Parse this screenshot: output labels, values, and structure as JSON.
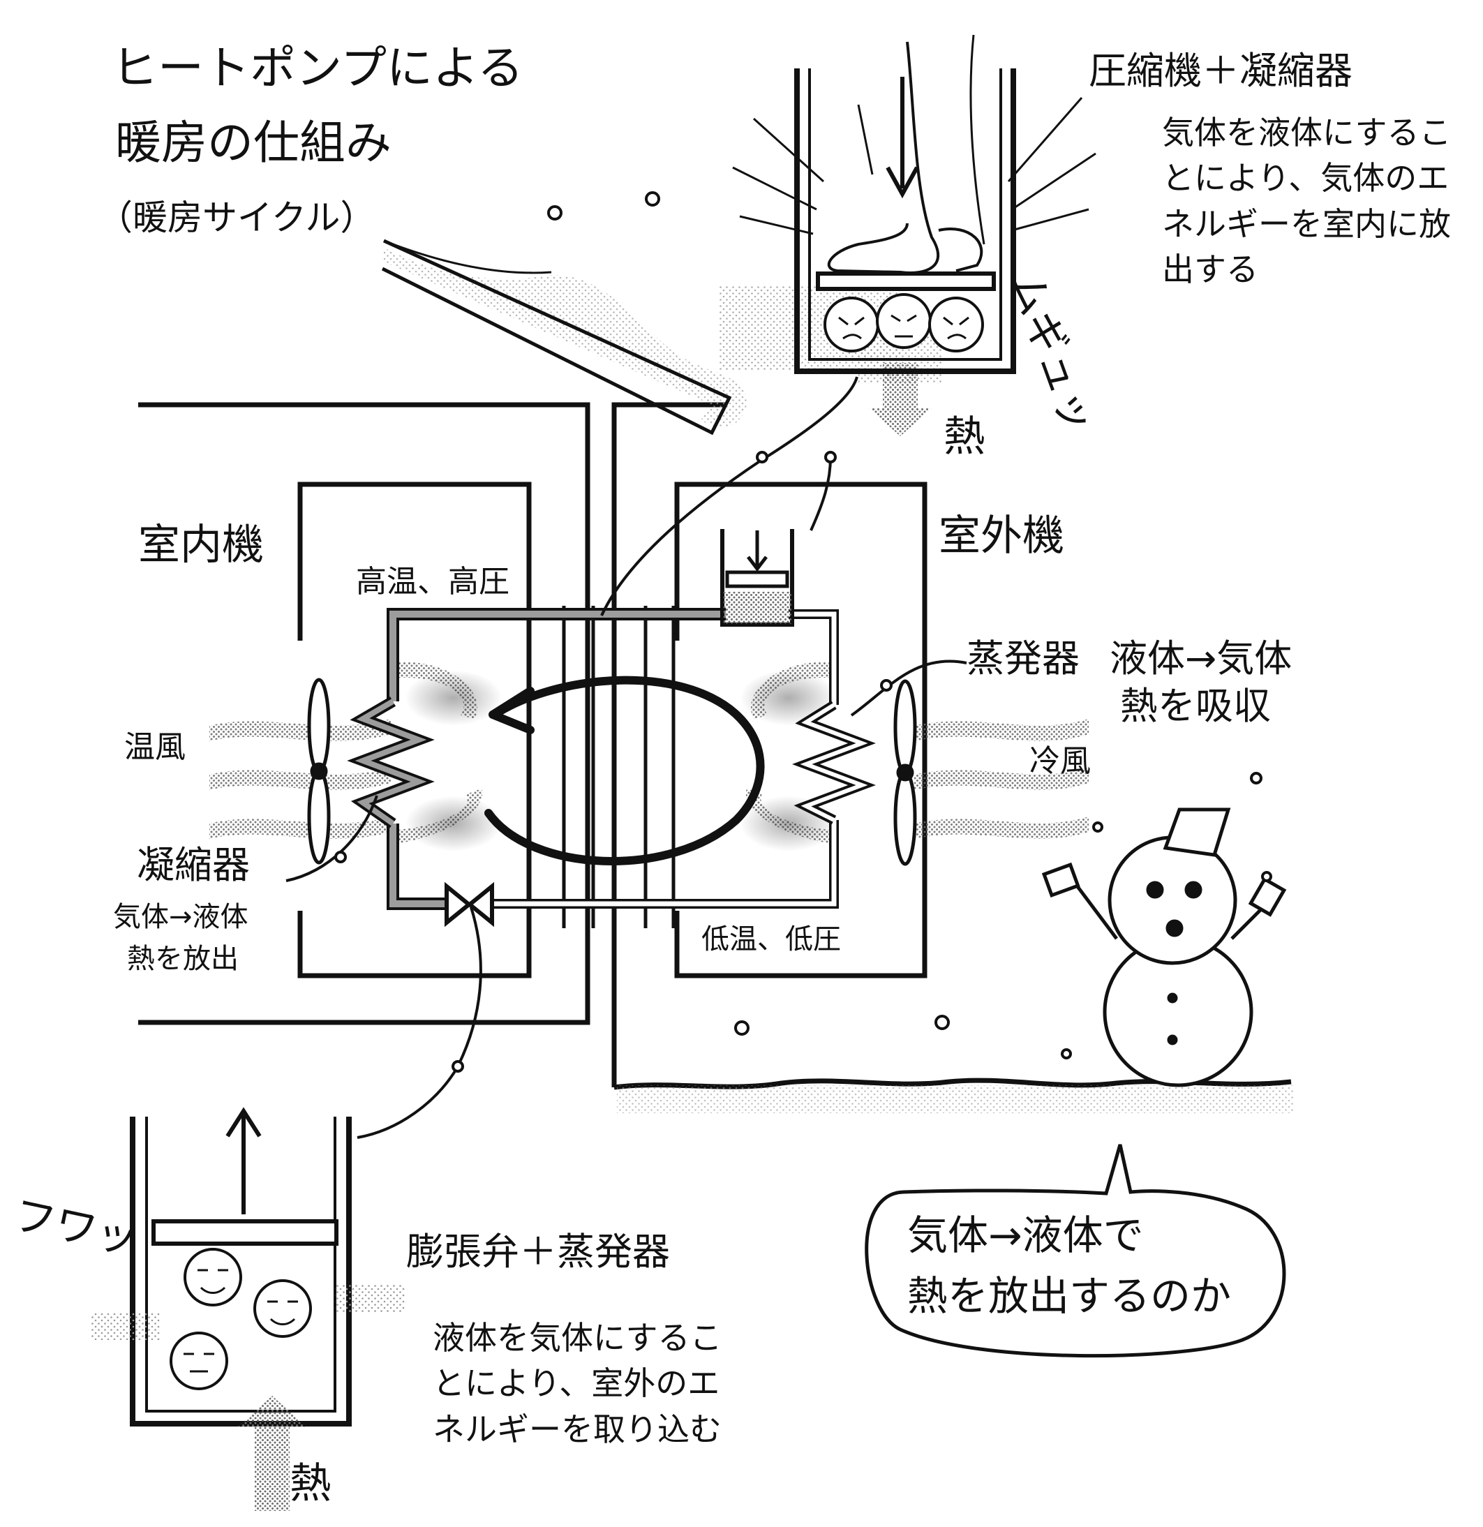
{
  "title": {
    "line1": "ヒートポンプによる",
    "line2": "暖房の仕組み",
    "subtitle": "（暖房サイクル）"
  },
  "units": {
    "indoor": "室内機",
    "outdoor": "室外機"
  },
  "pipe_labels": {
    "high": "高温、高圧",
    "low": "低温、低圧"
  },
  "condenser": {
    "name": "凝縮器",
    "note_line1": "気体→液体",
    "note_line2": "熱を放出"
  },
  "evaporator": {
    "name": "蒸発器",
    "note_line1": "液体→気体",
    "note_line2": "熱を吸収"
  },
  "air": {
    "warm": "温風",
    "cold": "冷風"
  },
  "compressor_panel": {
    "title": "圧縮機＋凝縮器",
    "text": "気体を液体にすることにより、気体のエネルギーを室内に放出する",
    "heat": "熱",
    "sfx": "ムギュッ"
  },
  "expansion_panel": {
    "title": "膨張弁＋蒸発器",
    "text": "液体を気体にすることにより、室外のエネルギーを取り込む",
    "heat": "熱",
    "sfx": "フワッ"
  },
  "speech_bubble": {
    "line1": "気体→液体で",
    "line2": "熱を放出するのか"
  },
  "colors": {
    "ink": "#111111",
    "screen": "#bdbdbd",
    "paper": "#ffffff"
  }
}
